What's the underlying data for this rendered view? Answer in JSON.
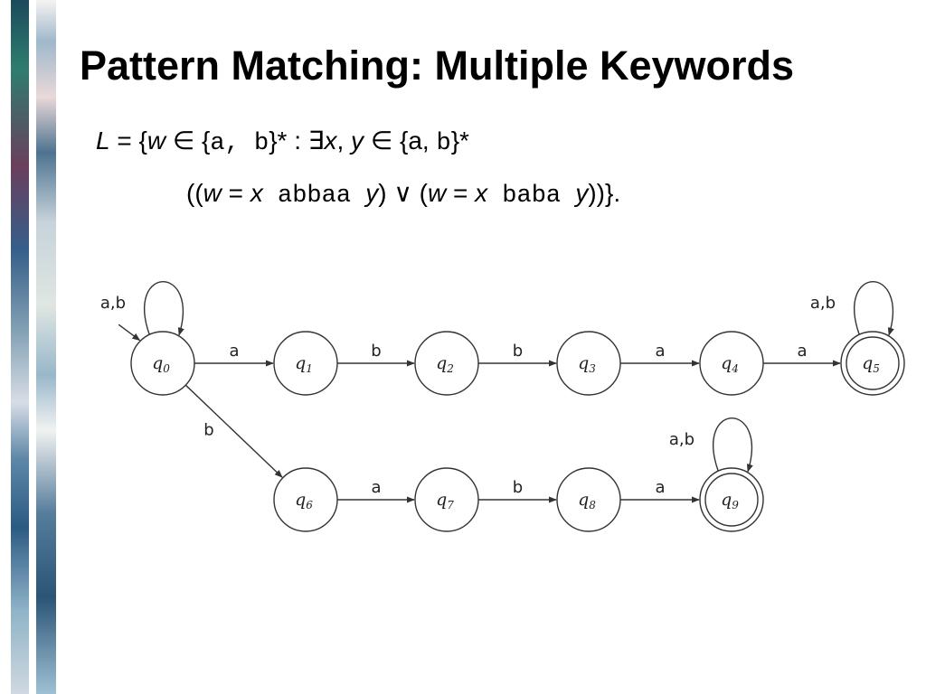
{
  "title": "Pattern Matching: Multiple Keywords",
  "formula": {
    "line1": {
      "L": "L",
      "eq": " = {",
      "w": "w",
      "in1": " ∈ {",
      "alpha": "a, b",
      "close1": "}* : ∃",
      "x": "x",
      "comma": ", ",
      "y": "y",
      "in2": " ∈ {a, ",
      "b": "b",
      "close2": "}*"
    },
    "line2": {
      "open": "((",
      "w1": "w",
      "eq1": " = ",
      "x1": "x",
      "s1": " abbaa ",
      "y1": "y",
      "or": ") ∨ (",
      "w2": "w",
      "eq2": " =  ",
      "x2": "x",
      "s2": " baba ",
      "y2": "y",
      "close": "))}."
    }
  },
  "diagram": {
    "states": [
      {
        "id": "q0",
        "base": "q",
        "sub": "0",
        "accepting": false,
        "start": true
      },
      {
        "id": "q1",
        "base": "q",
        "sub": "1",
        "accepting": false
      },
      {
        "id": "q2",
        "base": "q",
        "sub": "2",
        "accepting": false
      },
      {
        "id": "q3",
        "base": "q",
        "sub": "3",
        "accepting": false
      },
      {
        "id": "q4",
        "base": "q",
        "sub": "4",
        "accepting": false
      },
      {
        "id": "q5",
        "base": "q",
        "sub": "5",
        "accepting": true
      },
      {
        "id": "q6",
        "base": "q",
        "sub": "6",
        "accepting": false
      },
      {
        "id": "q7",
        "base": "q",
        "sub": "7",
        "accepting": false
      },
      {
        "id": "q8",
        "base": "q",
        "sub": "8",
        "accepting": false
      },
      {
        "id": "q9",
        "base": "q",
        "sub": "9",
        "accepting": true
      }
    ],
    "transitions": [
      {
        "from": "q0",
        "to": "q1",
        "label": "a"
      },
      {
        "from": "q1",
        "to": "q2",
        "label": "b"
      },
      {
        "from": "q2",
        "to": "q3",
        "label": "b"
      },
      {
        "from": "q3",
        "to": "q4",
        "label": "a"
      },
      {
        "from": "q4",
        "to": "q5",
        "label": "a"
      },
      {
        "from": "q0",
        "to": "q6",
        "label": "b"
      },
      {
        "from": "q6",
        "to": "q7",
        "label": "a"
      },
      {
        "from": "q7",
        "to": "q8",
        "label": "b"
      },
      {
        "from": "q8",
        "to": "q9",
        "label": "a"
      }
    ],
    "loops": [
      {
        "state": "q0",
        "label": "a,b"
      },
      {
        "state": "q5",
        "label": "a,b"
      },
      {
        "state": "q9",
        "label": "a,b"
      }
    ]
  }
}
